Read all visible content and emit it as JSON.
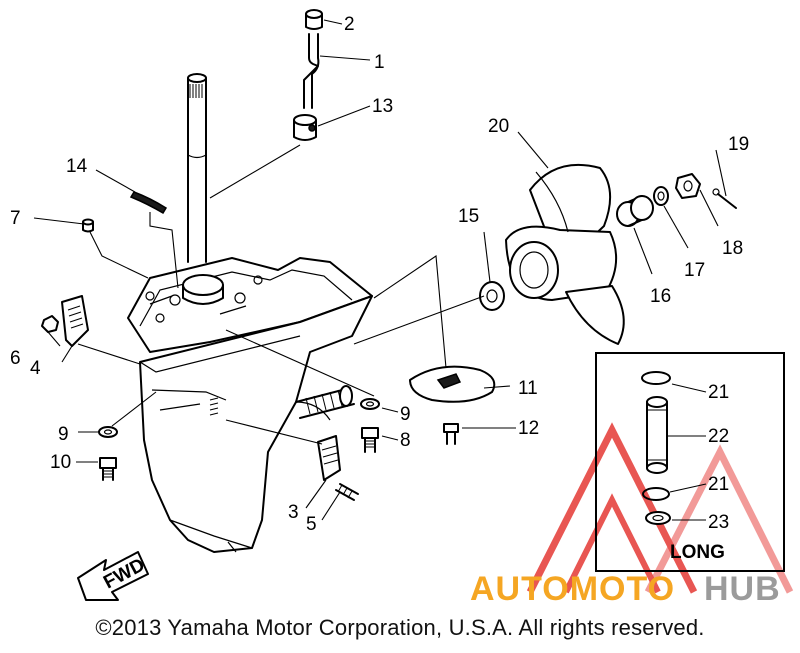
{
  "callouts": [
    {
      "id": "c2",
      "text": "2"
    },
    {
      "id": "c1",
      "text": "1"
    },
    {
      "id": "c13",
      "text": "13"
    },
    {
      "id": "c14",
      "text": "14"
    },
    {
      "id": "c7",
      "text": "7"
    },
    {
      "id": "c20",
      "text": "20"
    },
    {
      "id": "c19",
      "text": "19"
    },
    {
      "id": "c15",
      "text": "15"
    },
    {
      "id": "c18",
      "text": "18"
    },
    {
      "id": "c17",
      "text": "17"
    },
    {
      "id": "c16",
      "text": "16"
    },
    {
      "id": "c6",
      "text": "6"
    },
    {
      "id": "c4",
      "text": "4"
    },
    {
      "id": "c11",
      "text": "11"
    },
    {
      "id": "c9a",
      "text": "9"
    },
    {
      "id": "c9b",
      "text": "9"
    },
    {
      "id": "c8",
      "text": "8"
    },
    {
      "id": "c12",
      "text": "12"
    },
    {
      "id": "c10",
      "text": "10"
    },
    {
      "id": "c3",
      "text": "3"
    },
    {
      "id": "c5",
      "text": "5"
    },
    {
      "id": "c21a",
      "text": "21"
    },
    {
      "id": "c22",
      "text": "22"
    },
    {
      "id": "c21b",
      "text": "21"
    },
    {
      "id": "c23",
      "text": "23"
    }
  ],
  "inset": {
    "label": "LONG"
  },
  "fwd_arrow": {
    "label": "FWD"
  },
  "watermark": {
    "part1": "AUTOMOTO",
    "part2": "HUB",
    "color1": "#f5a623",
    "color2": "#9b9b9b",
    "triangle_color": "#e53935"
  },
  "copyright": "©2013 Yamaha Motor Corporation, U.S.A. All rights reserved."
}
